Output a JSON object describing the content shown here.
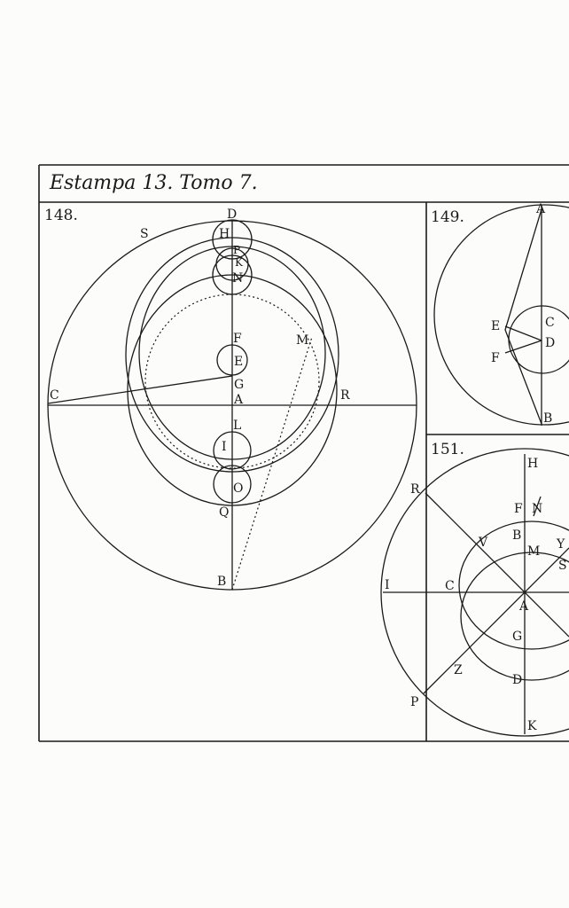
{
  "plate": {
    "title": "Estampa 13. Tomo 7."
  },
  "figures": [
    {
      "number": "148.",
      "labels": [
        "D",
        "H",
        "P",
        "K",
        "N",
        "S",
        "F",
        "E",
        "M",
        "G",
        "C",
        "A",
        "R",
        "L",
        "I",
        "O",
        "Q",
        "B"
      ]
    },
    {
      "number": "149.",
      "labels": [
        "A",
        "E",
        "C",
        "D",
        "F",
        "B"
      ]
    },
    {
      "number": "151.",
      "labels": [
        "H",
        "R",
        "F",
        "N",
        "B",
        "V",
        "M",
        "Y",
        "S",
        "I",
        "C",
        "A",
        "G",
        "Z",
        "D",
        "P",
        "K"
      ]
    }
  ]
}
